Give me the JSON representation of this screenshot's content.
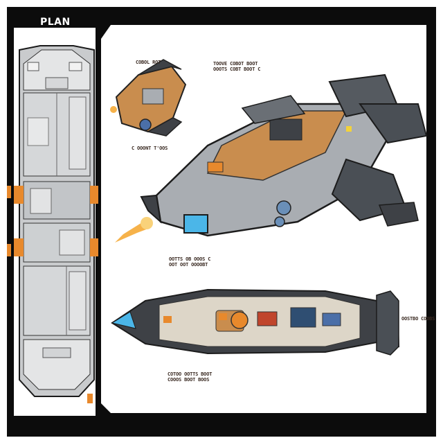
{
  "sheet": {
    "title": "PLAN",
    "colors": {
      "frame": "#0c0c0c",
      "accent_orange": "#e8892c",
      "hull_grey": "#a9adb2",
      "hull_tan": "#c98d4e",
      "hull_dark": "#3e4146",
      "engine_glow": "#f6b24a",
      "cockpit_blue": "#4bb6e8"
    },
    "annotations": {
      "top_small": {
        "line1": "COBOL ROT"
      },
      "top_center": {
        "line1": "TOOVE COBOT BOOT",
        "line2": "OOOTS COBT BOOT C"
      },
      "small_ship_caption": {
        "line1": "C OOONT T'OOS"
      },
      "mid_caption": {
        "line1": "OOTTS OB OOOS C",
        "line2": "OOT OOT OOOOBT"
      },
      "bottom_caption": {
        "line1": "COTOO OOTTS BOOT",
        "line2": "COOOS BOOT BOOS"
      },
      "side_caption": {
        "line1": "OOSTBO COOBS"
      }
    }
  }
}
